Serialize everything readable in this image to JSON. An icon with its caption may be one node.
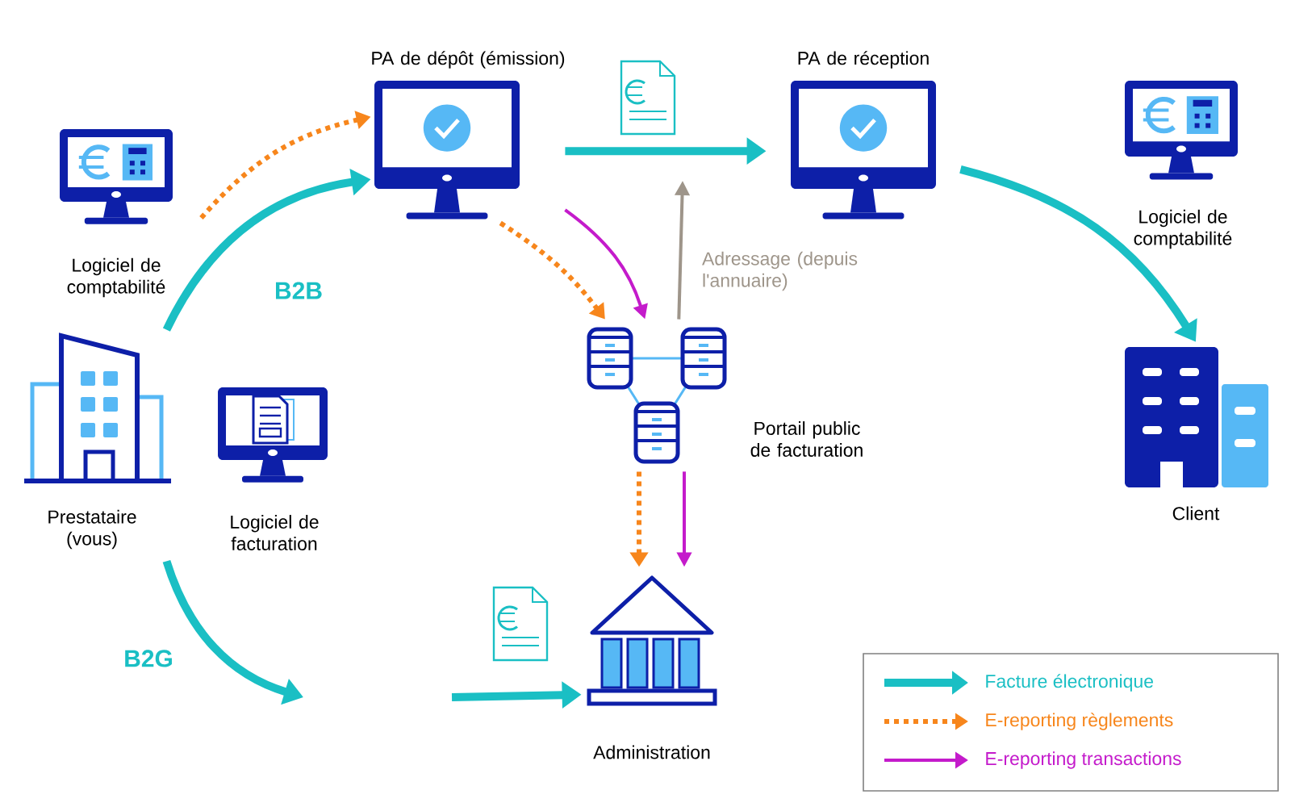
{
  "diagram": {
    "nodes": [
      {
        "text": [
          "PA de dépôt (émission)"
        ]
      },
      {
        "text": [
          "PA de réception"
        ]
      },
      {
        "text": [
          "Logiciel de comptabilité"
        ]
      },
      {
        "text": [
          "Logiciel de comptabilité"
        ]
      },
      {
        "text": [
          "Portail public de facturation"
        ]
      },
      {
        "text": [
          "Prestataire (vous)"
        ]
      },
      {
        "text": [
          "Logiciel de facturation"
        ]
      },
      {
        "text": [
          "Client"
        ]
      },
      {
        "text": [
          "Administration"
        ]
      }
    ],
    "edges": [
      {
        "from": 5,
        "to": 0,
        "arrow": "to",
        "label": "B2B"
      },
      {
        "from": 2,
        "to": 0,
        "arrow": "to",
        "style": "dashed",
        "color": "#f7861c"
      },
      {
        "from": 0,
        "to": 1,
        "arrow": "to"
      },
      {
        "from": 1,
        "to": 7,
        "arrow": "to"
      },
      {
        "from": 0,
        "to": 4,
        "arrow": "to",
        "style": "dashed",
        "color": "#f7861c"
      },
      {
        "from": 0,
        "to": 4,
        "arrow": "to",
        "color": "#c41bcb"
      },
      {
        "from": 4,
        "to": null,
        "arrow": "to",
        "label": "Adressage (depuis l'annuaire)",
        "color": "#9e958a"
      },
      {
        "from": 4,
        "to": 8,
        "arrow": "to",
        "style": "dashed",
        "color": "#f7861c"
      },
      {
        "from": 4,
        "to": 8,
        "arrow": "to",
        "color": "#c41bcb"
      },
      {
        "from": 5,
        "to": null,
        "arrow": "to",
        "label": "B2G"
      },
      {
        "from": null,
        "to": 8,
        "arrow": "to"
      }
    ],
    "legend": [
      {
        "text": "Facture électronique"
      },
      {
        "text": "E-reporting règlements"
      },
      {
        "text": "E-reporting transactions"
      }
    ]
  }
}
